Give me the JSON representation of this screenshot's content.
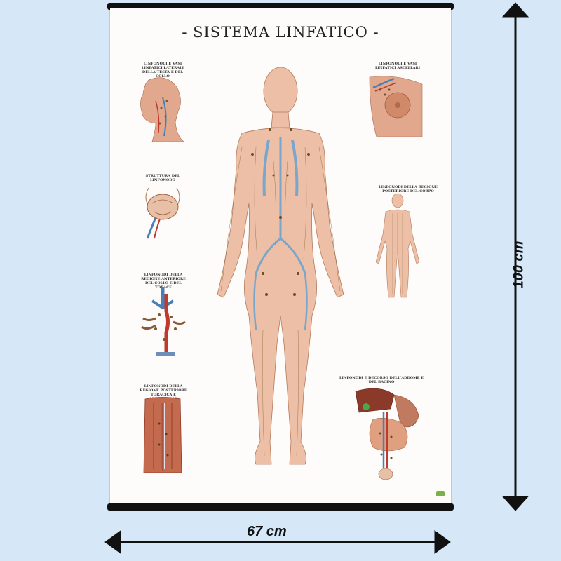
{
  "poster": {
    "title": "- SISTEMA LINFATICO -",
    "panels": {
      "head_neck": "LINFONODI E VASI LINFATICI LATERALI DELLA TESTA E DEL COLLO",
      "axillary": "LINFONODI E VASI LINFATICI ASCELLARI",
      "structure": "STRUTTURA DEL LINFONODO",
      "posterior_body": "LINFONODI DELLA REGIONE POSTERIORE DEL CORPO",
      "anterior_neck_thorax": "LINFONODI DELLA REGIONE ANTERIORE DEL COLLO E DEL TORACE",
      "posterior_thorax_abdomen": "LINFONODI DELLA REGIONE POSTERIORE TORACICA E ADDOMINALE",
      "abdomen_pelvis": "LINFONODI E DECORSO DELL'ADDOME E DEL BACINO"
    }
  },
  "dimensions": {
    "width_label": "67 cm",
    "height_label": "100 cm"
  },
  "colors": {
    "background": "#d6e8f7",
    "skin": "#e8b9a0",
    "lymph": "#8a6a3a",
    "vessel_blue": "#7aa6cc",
    "muscle": "#c46a4e"
  }
}
